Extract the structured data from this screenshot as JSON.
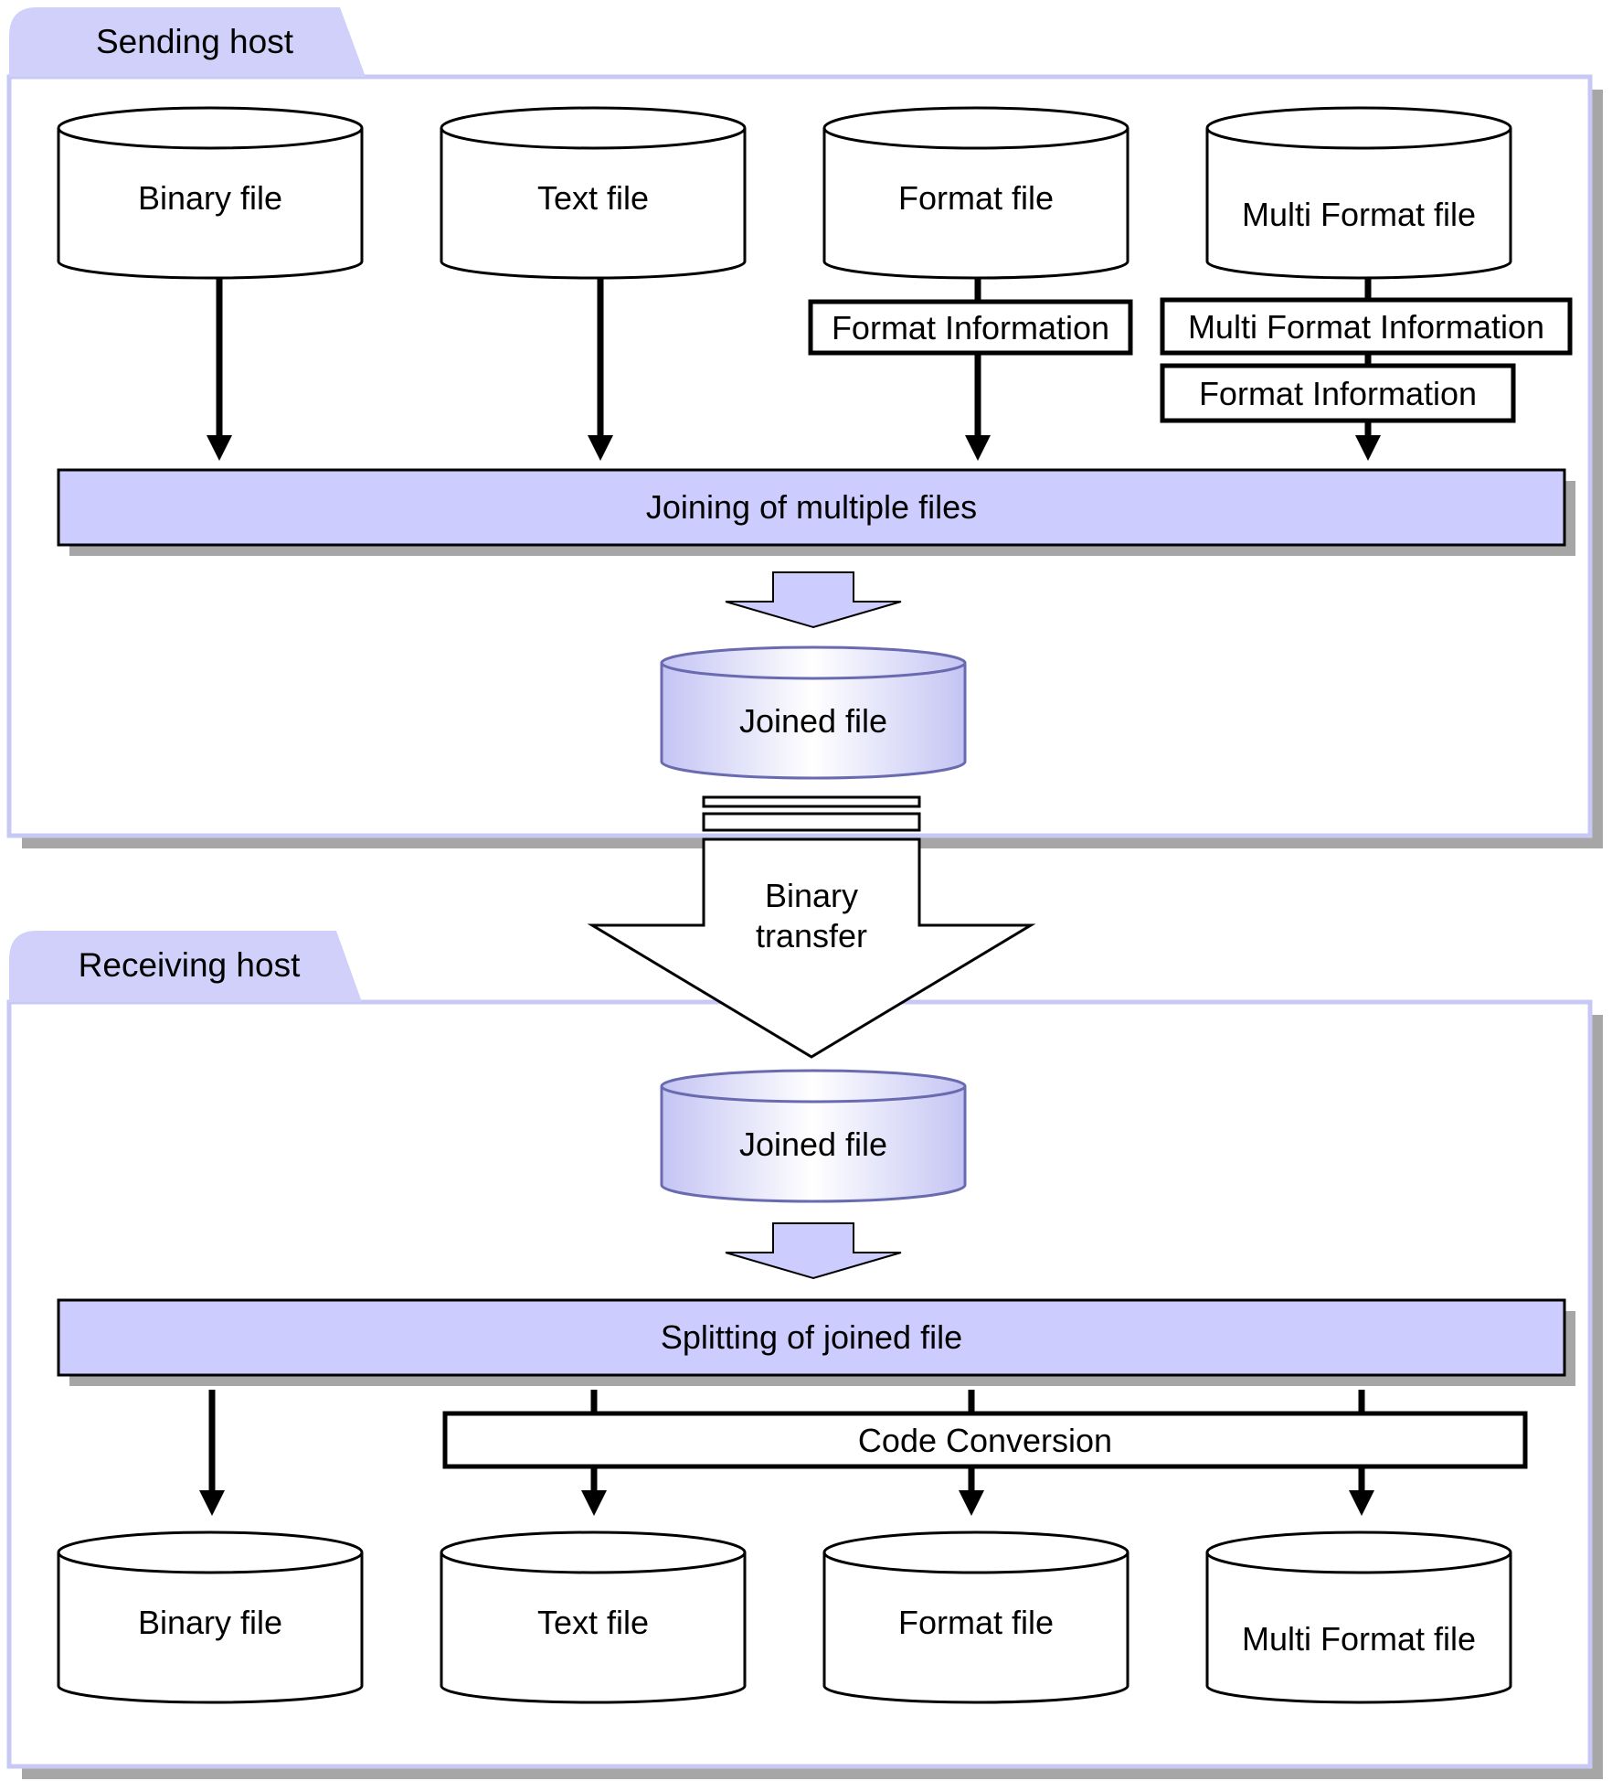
{
  "sending": {
    "title": "Sending host",
    "files": [
      {
        "label": "Binary file"
      },
      {
        "label": "Text file"
      },
      {
        "label": "Format file"
      },
      {
        "label": "Multi Format file"
      }
    ],
    "format_info": "Format Information",
    "multi_format_info": "Multi Format Information",
    "multi_format_sub_info": "Format Information",
    "join_bar": "Joining of multiple files",
    "joined_file": "Joined file"
  },
  "transfer": {
    "label_line1": "Binary",
    "label_line2": "transfer"
  },
  "receiving": {
    "title": "Receiving host",
    "joined_file": "Joined file",
    "split_bar": "Splitting of joined file",
    "code_conversion": "Code Conversion",
    "files": [
      {
        "label": "Binary file"
      },
      {
        "label": "Text file"
      },
      {
        "label": "Format file"
      },
      {
        "label": "Multi Format file"
      }
    ]
  },
  "colors": {
    "panel_fill": "#ffffff",
    "panel_border": "#c8c8f5",
    "tab_fill": "#d0d0fa",
    "bar_fill": "#ccccff",
    "shadow": "#a6a6a6",
    "stroke": "#000000",
    "joined_fill": "#d4d4fa",
    "joined_stroke": "#6a6ab0"
  }
}
